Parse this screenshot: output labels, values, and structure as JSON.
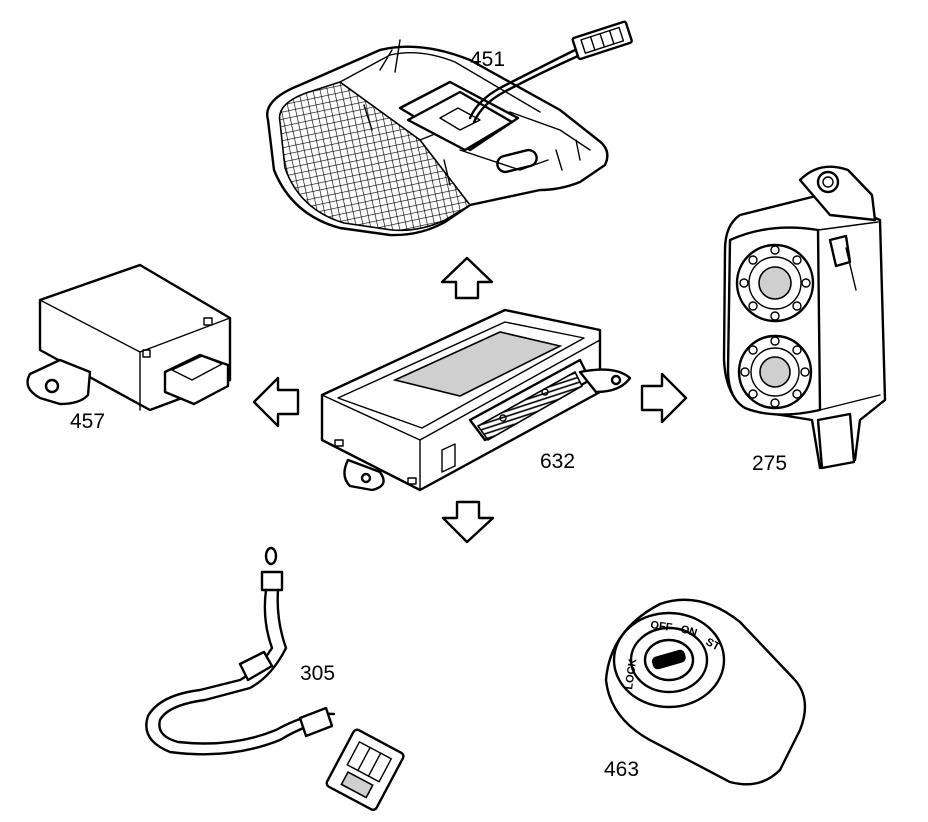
{
  "figure": {
    "background": "#ffffff",
    "line_color": "#000000"
  },
  "components": [
    {
      "id": "central_module",
      "label": "632"
    },
    {
      "id": "overhead_console",
      "label": "451"
    },
    {
      "id": "siren_unit",
      "label": "275"
    },
    {
      "id": "sensor_module",
      "label": "457"
    },
    {
      "id": "temperature_sensor_harness",
      "label": "305"
    },
    {
      "id": "ignition_switch",
      "label": "463",
      "lock_positions": [
        "LOCK",
        "OFF",
        "ON",
        "ST"
      ]
    }
  ],
  "arrows": [
    "up",
    "left",
    "right",
    "down"
  ]
}
